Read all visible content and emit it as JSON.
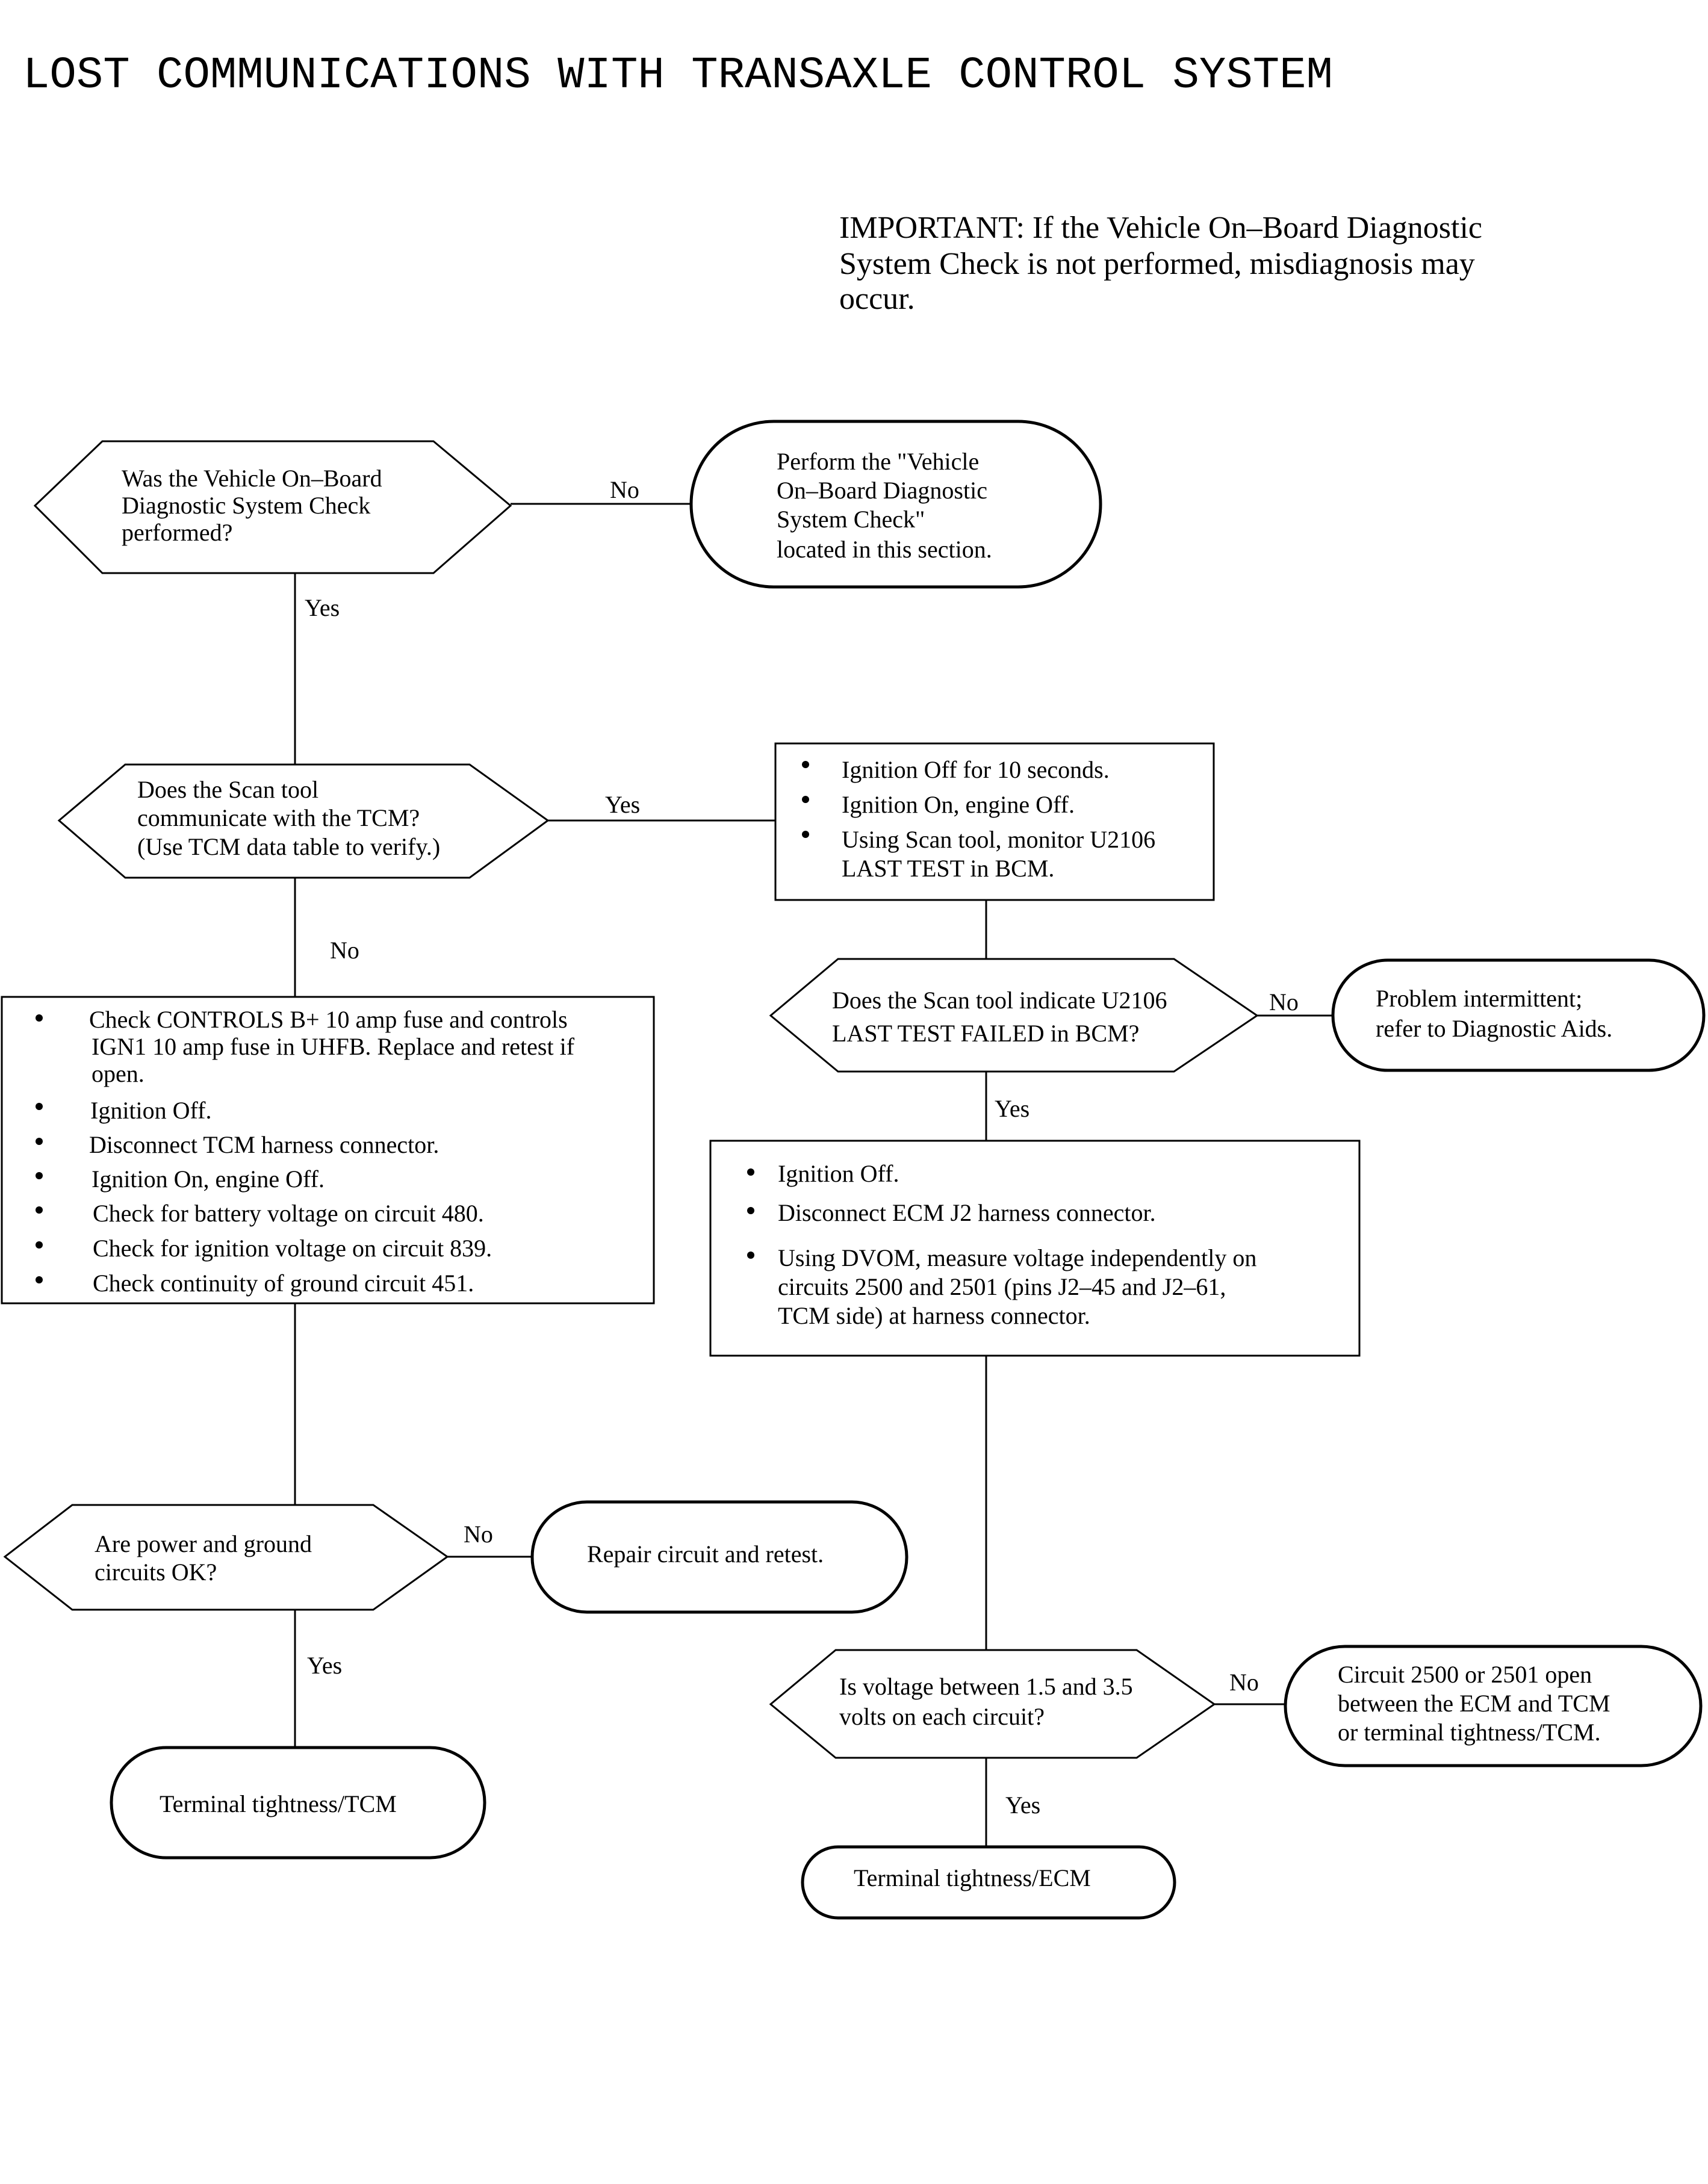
{
  "title": "LOST COMMUNICATIONS WITH TRANSAXLE CONTROL SYSTEM",
  "important": {
    "label": "IMPORTANT",
    "line1": ": If the Vehicle  On–Board Diagnostic",
    "line2": "System Check is not performed, misdiagnosis may",
    "line3": "occur."
  },
  "nodes": {
    "q1": {
      "lines": [
        "Was the Vehicle On–Board",
        "Diagnostic System Check",
        "performed?"
      ]
    },
    "perform": {
      "lines": [
        "Perform the \"Vehicle",
        "On–Board Diagnostic",
        "System Check\"",
        "located in this section."
      ]
    },
    "q2": {
      "lines": [
        "Does the Scan tool",
        "communicate with the TCM?",
        "(Use TCM data table to verify.)"
      ]
    },
    "steps1": {
      "bullets": [
        [
          "Ignition Off for 10 seconds."
        ],
        [
          "Ignition On, engine Off."
        ],
        [
          "Using Scan tool, monitor U2106",
          "LAST TEST in BCM."
        ]
      ]
    },
    "q3": {
      "lines": [
        "Does the Scan tool indicate U2106",
        "LAST TEST FAILED in BCM?"
      ]
    },
    "intermittent": {
      "lines": [
        "Problem intermittent;",
        "refer to Diagnostic Aids."
      ]
    },
    "steps_left": {
      "bullets": [
        [
          "Check CONTROLS B+ 10 amp fuse and controls",
          "IGN1 10 amp fuse in UHFB.  Replace and retest if",
          "open."
        ],
        [
          "Ignition Off."
        ],
        [
          "Disconnect TCM harness connector."
        ],
        [
          "Ignition On, engine Off."
        ],
        [
          "Check for battery voltage on circuit 480."
        ],
        [
          "Check  for ignition voltage on circuit 839."
        ],
        [
          "Check continuity of ground circuit 451."
        ]
      ]
    },
    "steps2": {
      "bullets": [
        [
          "Ignition Off."
        ],
        [
          "Disconnect ECM J2 harness connector."
        ],
        [
          "Using DVOM, measure voltage independently on",
          "circuits 2500 and 2501 (pins J2–45 and J2–61,",
          "TCM side) at harness connector."
        ]
      ]
    },
    "q4": {
      "lines": [
        "Are power and ground",
        "circuits OK?"
      ]
    },
    "repair": {
      "lines": [
        "Repair circuit and retest."
      ]
    },
    "q5": {
      "lines": [
        "Is voltage between 1.5 and 3.5",
        "volts on each circuit?"
      ]
    },
    "open": {
      "lines": [
        "Circuit 2500 or 2501 open",
        "between the ECM and TCM",
        "or terminal tightness/TCM."
      ]
    },
    "term_tcm": {
      "lines": [
        "Terminal tightness/TCM"
      ]
    },
    "term_ecm": {
      "lines": [
        "Terminal tightness/ECM"
      ]
    }
  },
  "edges": {
    "q1_no": "No",
    "q1_yes": "Yes",
    "q2_yes": "Yes",
    "q2_no": "No",
    "q3_no": "No",
    "q3_yes": "Yes",
    "q4_no": "No",
    "q4_yes": "Yes",
    "q5_no": "No",
    "q5_yes": "Yes"
  }
}
